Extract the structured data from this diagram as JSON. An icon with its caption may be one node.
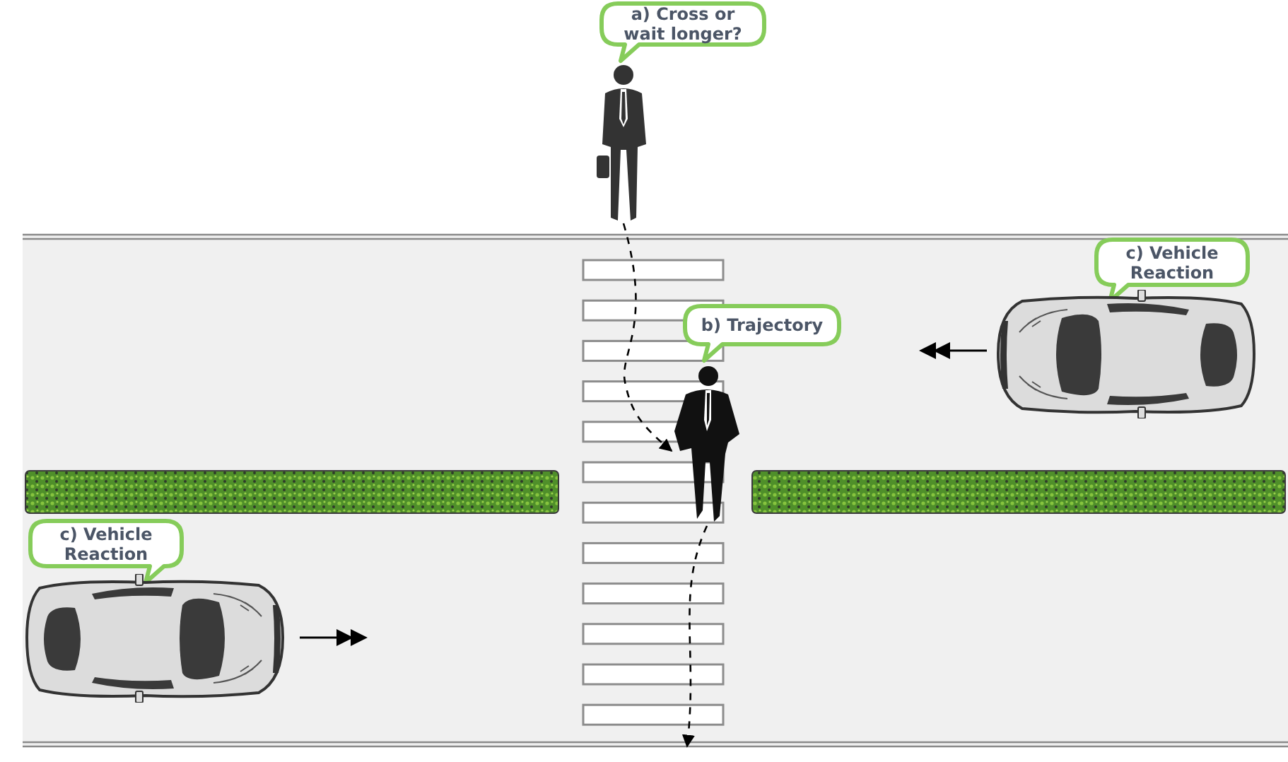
{
  "diagram": {
    "nodes": [
      {
        "text": [
          "a) Cross or wait longer?"
        ]
      },
      {
        "text": [],
        "shape": "person"
      },
      {
        "text": [
          "b) Trajectory"
        ]
      },
      {
        "text": [],
        "shape": "person"
      },
      {
        "text": [
          "c) Vehicle Reaction"
        ]
      },
      {
        "text": [],
        "shape": "car"
      },
      {
        "text": [
          "c) Vehicle Reaction"
        ]
      },
      {
        "text": [],
        "shape": "car"
      }
    ],
    "edges": [
      {
        "from": 1,
        "to": 3,
        "arrow": "to",
        "style": "dashed"
      },
      {
        "from": 3,
        "to": null,
        "arrow": "to",
        "style": "dashed"
      }
    ]
  }
}
